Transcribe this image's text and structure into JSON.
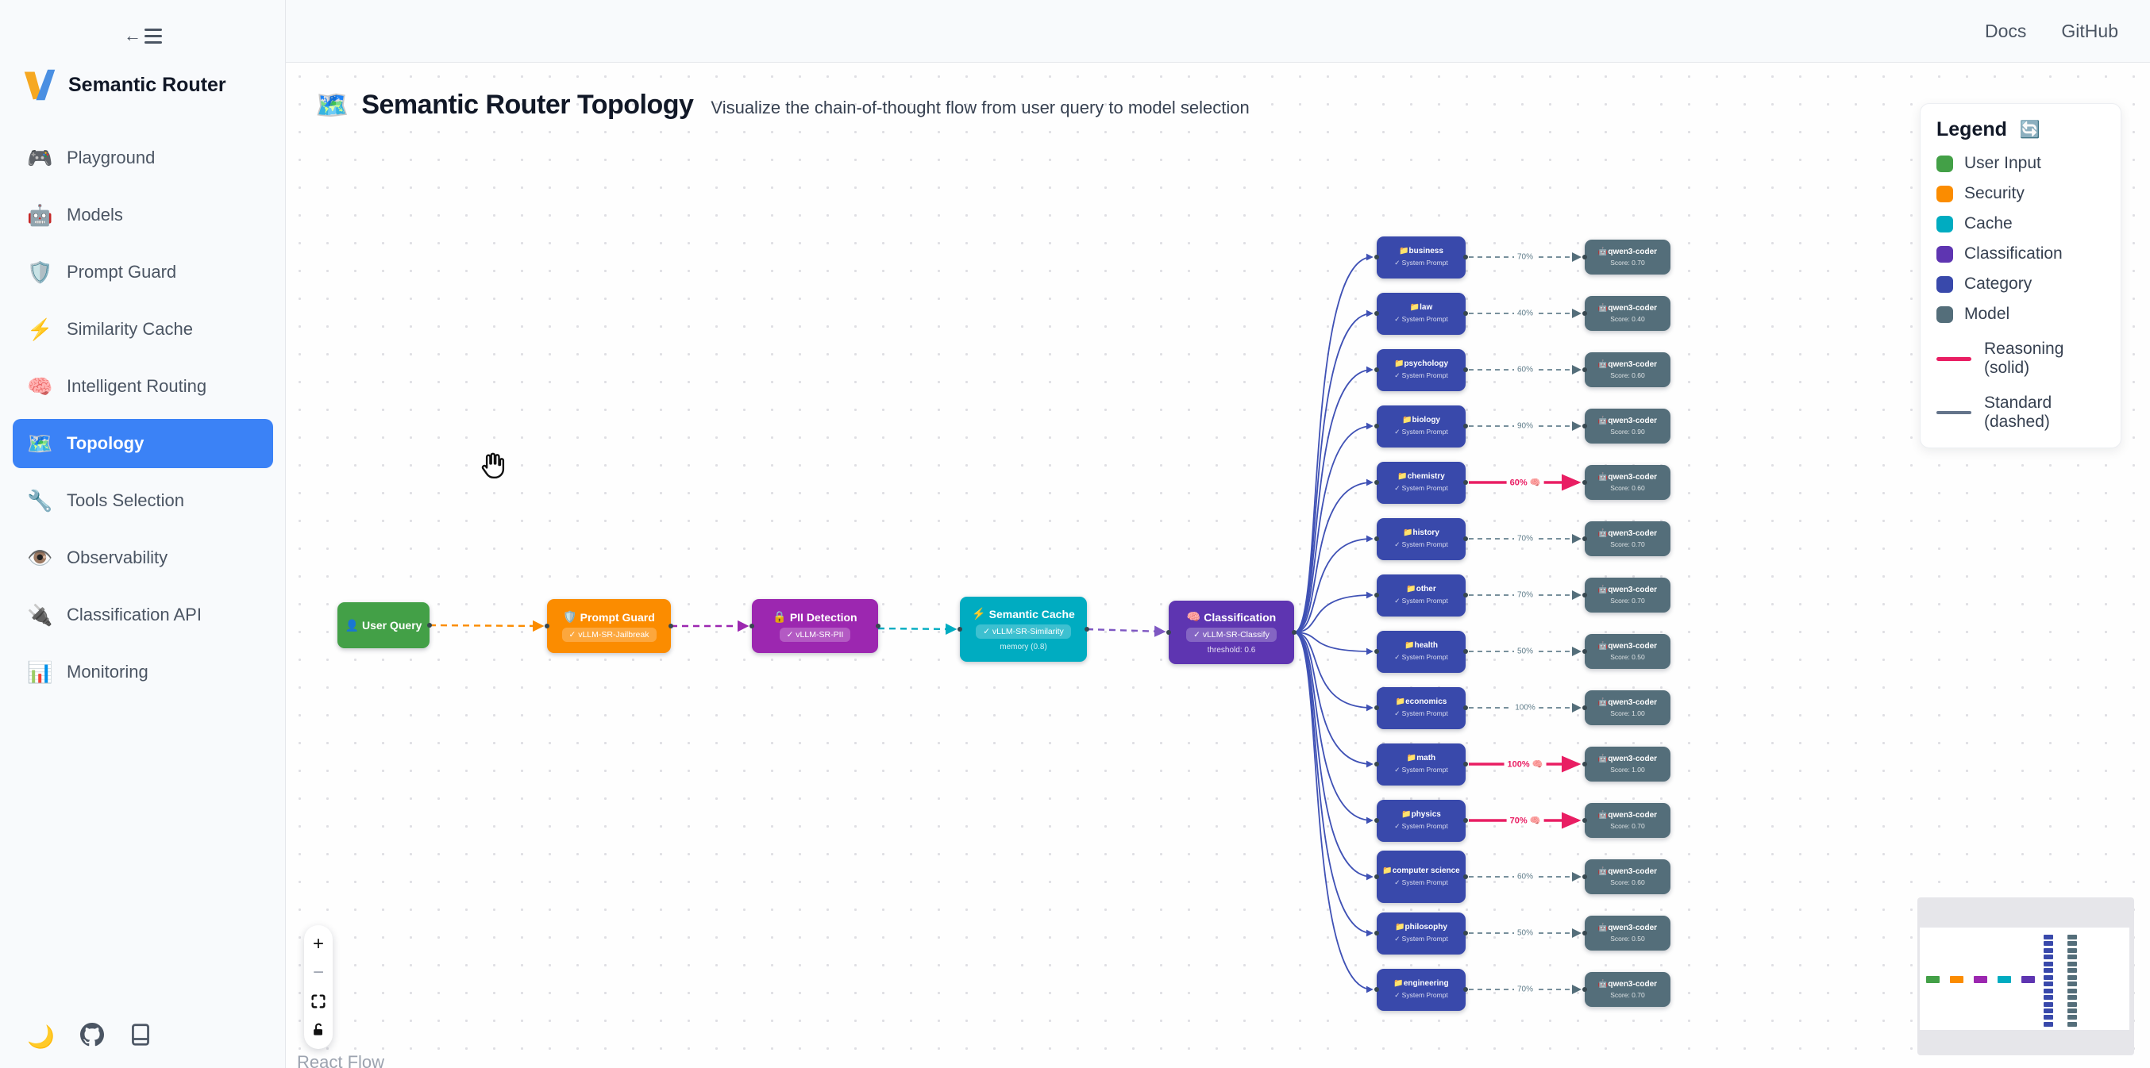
{
  "sidebar": {
    "logo_text": "Semantic Router",
    "active_color": "#3b82f6",
    "items": [
      {
        "icon": "🎮",
        "label": "Playground",
        "active": false
      },
      {
        "icon": "🤖",
        "label": "Models",
        "active": false
      },
      {
        "icon": "🛡️",
        "label": "Prompt Guard",
        "active": false
      },
      {
        "icon": "⚡",
        "label": "Similarity Cache",
        "active": false
      },
      {
        "icon": "🧠",
        "label": "Intelligent Routing",
        "active": false
      },
      {
        "icon": "🗺️",
        "label": "Topology",
        "active": true
      },
      {
        "icon": "🔧",
        "label": "Tools Selection",
        "active": false
      },
      {
        "icon": "👁️",
        "label": "Observability",
        "active": false
      },
      {
        "icon": "🔌",
        "label": "Classification API",
        "active": false
      },
      {
        "icon": "📊",
        "label": "Monitoring",
        "active": false
      }
    ],
    "footer": {
      "theme_icon": "🌙"
    }
  },
  "header": {
    "links": [
      "Docs",
      "GitHub"
    ]
  },
  "page": {
    "title_icon": "🗺️",
    "title": "Semantic Router Topology",
    "subtitle": "Visualize the chain-of-thought flow from user query to model selection"
  },
  "legend": {
    "title": "Legend",
    "refresh_icon": "🔄",
    "items": [
      {
        "label": "User Input",
        "color": "#43a047"
      },
      {
        "label": "Security",
        "color": "#fb8c00"
      },
      {
        "label": "Cache",
        "color": "#00acc1"
      },
      {
        "label": "Classification",
        "color": "#5e35b1"
      },
      {
        "label": "Category",
        "color": "#3949ab"
      },
      {
        "label": "Model",
        "color": "#546e7a"
      }
    ],
    "lines": [
      {
        "label": "Reasoning (solid)",
        "color": "#e91e63"
      },
      {
        "label": "Standard (dashed)",
        "color": "#64748b"
      }
    ]
  },
  "flow": {
    "pipeline": [
      {
        "icon": "👤",
        "title": "User Query",
        "color": "#43a047"
      },
      {
        "icon": "🛡️",
        "title": "Prompt Guard",
        "badge": "✓ vLLM-SR-Jailbreak",
        "color": "#fb8c00"
      },
      {
        "icon": "🔒",
        "title": "PII Detection",
        "badge": "✓ vLLM-SR-PII",
        "color": "#9c27b0"
      },
      {
        "icon": "⚡",
        "title": "Semantic Cache",
        "badge": "✓ vLLM-SR-Similarity",
        "sub": "memory (0.8)",
        "color": "#00acc1"
      },
      {
        "icon": "🧠",
        "title": "Classification",
        "badge": "✓ vLLM-SR-Classify",
        "sub": "threshold: 0.6",
        "color": "#5e35b1"
      }
    ],
    "category_icon": "📁",
    "category_sub": "✓ System Prompt",
    "reasoning_icon": "🧠",
    "model": {
      "icon": "🤖",
      "name": "qwen3-coder"
    },
    "categories": [
      {
        "name": "business",
        "percent": "70%",
        "reasoning": false,
        "score_label": "Score: 0.70"
      },
      {
        "name": "law",
        "percent": "40%",
        "reasoning": false,
        "score_label": "Score: 0.40"
      },
      {
        "name": "psychology",
        "percent": "60%",
        "reasoning": false,
        "score_label": "Score: 0.60"
      },
      {
        "name": "biology",
        "percent": "90%",
        "reasoning": false,
        "score_label": "Score: 0.90"
      },
      {
        "name": "chemistry",
        "percent": "60%",
        "reasoning": true,
        "score_label": "Score: 0.60"
      },
      {
        "name": "history",
        "percent": "70%",
        "reasoning": false,
        "score_label": "Score: 0.70"
      },
      {
        "name": "other",
        "percent": "70%",
        "reasoning": false,
        "score_label": "Score: 0.70"
      },
      {
        "name": "health",
        "percent": "50%",
        "reasoning": false,
        "score_label": "Score: 0.50"
      },
      {
        "name": "economics",
        "percent": "100%",
        "reasoning": false,
        "score_label": "Score: 1.00"
      },
      {
        "name": "math",
        "percent": "100%",
        "reasoning": true,
        "score_label": "Score: 1.00"
      },
      {
        "name": "physics",
        "percent": "70%",
        "reasoning": true,
        "score_label": "Score: 0.70"
      },
      {
        "name": "computer science",
        "percent": "60%",
        "reasoning": false,
        "score_label": "Score: 0.60"
      },
      {
        "name": "philosophy",
        "percent": "50%",
        "reasoning": false,
        "score_label": "Score: 0.50"
      },
      {
        "name": "engineering",
        "percent": "70%",
        "reasoning": false,
        "score_label": "Score: 0.70"
      }
    ],
    "edge_colors": {
      "user_to_guard": "#fb8c00",
      "guard_to_pii": "#9c27b0",
      "pii_to_cache": "#00acc1",
      "cache_to_class": "#7e57c2",
      "fanout": "#3f51b5",
      "standard": "#78909c",
      "reasoning": "#e91e63"
    }
  },
  "attribution": "React Flow"
}
